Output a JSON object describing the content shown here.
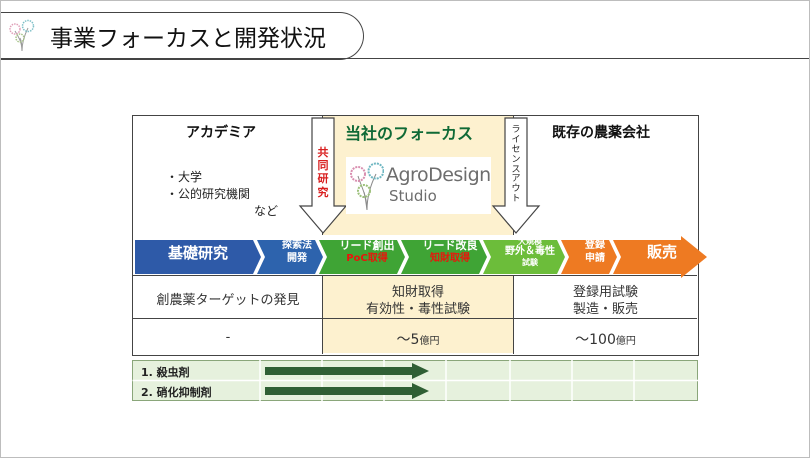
{
  "header": {
    "title": "事業フォーカスと開発状況"
  },
  "columns": {
    "academia": "アカデミア",
    "focus": "当社のフォーカス",
    "existing": "既存の農薬会社"
  },
  "academia_items": [
    "・大学",
    "・公的研究機関",
    "など"
  ],
  "arrows": {
    "joint": "共同研究",
    "license": "ライセンスアウト"
  },
  "logo": {
    "name": "AgroDesign",
    "sub": "Studio"
  },
  "stages": {
    "basic": "基礎研究",
    "explore_1": "探索法",
    "explore_2": "開発",
    "lead_create": "リード創出",
    "lead_create_sub": "PoC取得",
    "lead_improve": "リード改良",
    "lead_improve_sub": "知財取得",
    "field_1": "大規模",
    "field_2": "野外＆毒性",
    "field_3": "試験",
    "register_1": "登録",
    "register_2": "申請",
    "sales": "販売"
  },
  "activities": {
    "academia": "創農薬ターゲットの発見",
    "focus_1": "知財取得",
    "focus_2": "有効性・毒性試験",
    "existing_1": "登録用試験",
    "existing_2": "製造・販売"
  },
  "scale": {
    "academia": "-",
    "focus_prefix": "〜5",
    "focus_unit": "億円",
    "existing_prefix": "〜100",
    "existing_unit": "億円"
  },
  "pipeline": [
    {
      "label": "1.  殺虫剤",
      "progress_stage": "リード改良"
    },
    {
      "label": "2.  硝化抑制剤",
      "progress_stage": "リード改良"
    }
  ],
  "colors": {
    "basic": "#2e5aa8",
    "explore": "#2d63ad",
    "lead": "#3fa435",
    "field": "#6cbd3a",
    "register": "#ee7a22",
    "focus_bg": "#fdf1cf",
    "table_bg": "#e6f1dd",
    "pipeline_arrow": "#2f5f34"
  }
}
